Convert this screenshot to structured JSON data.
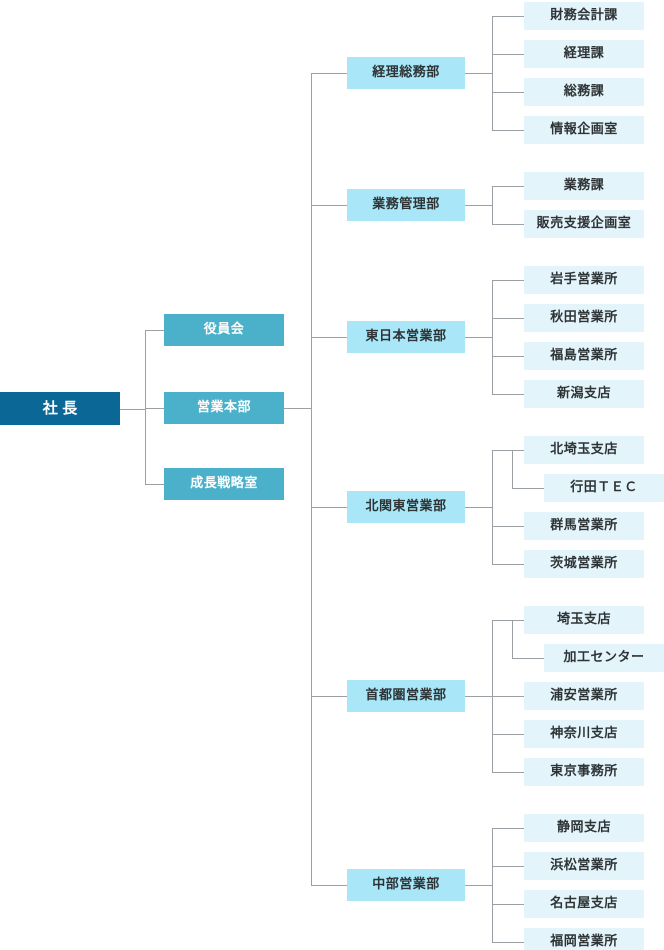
{
  "chart": {
    "title_node": {
      "label": "社長",
      "level": 0
    },
    "level1": [
      {
        "label": "役員会"
      },
      {
        "label": "営業本部"
      },
      {
        "label": "成長戦略室"
      }
    ],
    "divisions": [
      {
        "label": "経理総務部",
        "children": [
          {
            "label": "財務会計課",
            "indented": false
          },
          {
            "label": "経理課",
            "indented": false
          },
          {
            "label": "総務課",
            "indented": false
          },
          {
            "label": "情報企画室",
            "indented": false
          }
        ]
      },
      {
        "label": "業務管理部",
        "children": [
          {
            "label": "業務課",
            "indented": false
          },
          {
            "label": "販売支援企画室",
            "indented": false
          }
        ]
      },
      {
        "label": "東日本営業部",
        "children": [
          {
            "label": "岩手営業所",
            "indented": false
          },
          {
            "label": "秋田営業所",
            "indented": false
          },
          {
            "label": "福島営業所",
            "indented": false
          },
          {
            "label": "新潟支店",
            "indented": false
          }
        ]
      },
      {
        "label": "北関東営業部",
        "children": [
          {
            "label": "北埼玉支店",
            "indented": false
          },
          {
            "label": "行田ＴＥＣ",
            "indented": true
          },
          {
            "label": "群馬営業所",
            "indented": false
          },
          {
            "label": "茨城営業所",
            "indented": false
          }
        ]
      },
      {
        "label": "首都圏営業部",
        "children": [
          {
            "label": "埼玉支店",
            "indented": false
          },
          {
            "label": "加工センター",
            "indented": true
          },
          {
            "label": "浦安営業所",
            "indented": false
          },
          {
            "label": "神奈川支店",
            "indented": false
          },
          {
            "label": "東京事務所",
            "indented": false
          }
        ]
      },
      {
        "label": "中部営業部",
        "children": [
          {
            "label": "静岡支店",
            "indented": false
          },
          {
            "label": "浜松営業所",
            "indented": false
          },
          {
            "label": "名古屋支店",
            "indented": false
          },
          {
            "label": "福岡営業所",
            "indented": false
          }
        ]
      }
    ],
    "colors": {
      "president_box": "#0b6896",
      "level1_box": "#4bb0c9",
      "division_box": "#a9e7f8",
      "leaf_box": "#e3f4fb",
      "connector": "#9aa0a3",
      "light_text": "#ffffff",
      "dark_text": "#2e3436",
      "background": "#ffffff"
    }
  }
}
